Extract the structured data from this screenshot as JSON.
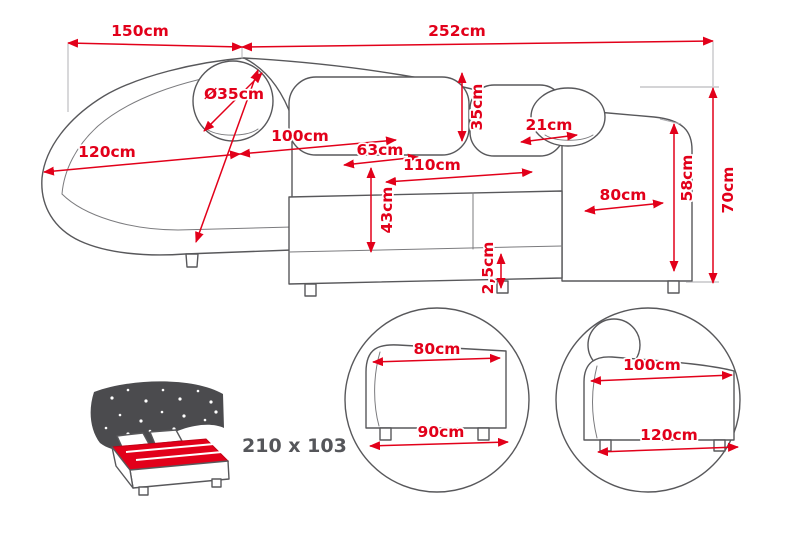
{
  "colors": {
    "dimension_red": "#e2001a",
    "outline_gray": "#58585b",
    "dark_gray": "#4b4b4e"
  },
  "main_view": {
    "width_left_label": "150cm",
    "width_right_label": "252cm",
    "pillow_diameter_label": "Ø35cm",
    "back_cushion_height_label": "35cm",
    "chaise_width_label": "120cm",
    "chaise_depth_label": "100cm",
    "seat_depth_label": "63cm",
    "armrest_top_label": "21cm",
    "seat_width_label": "110cm",
    "armrest_depth_label": "80cm",
    "armrest_height_label": "58cm",
    "total_height_label": "70cm",
    "seat_height_label": "43cm",
    "clearance_label": "2,5cm"
  },
  "sleeping_function": {
    "size_label": "210 x 103"
  },
  "detail_armrest_view": {
    "top_label": "80cm",
    "bottom_label": "90cm"
  },
  "detail_chaise_view": {
    "top_label": "100cm",
    "bottom_label": "120cm"
  }
}
